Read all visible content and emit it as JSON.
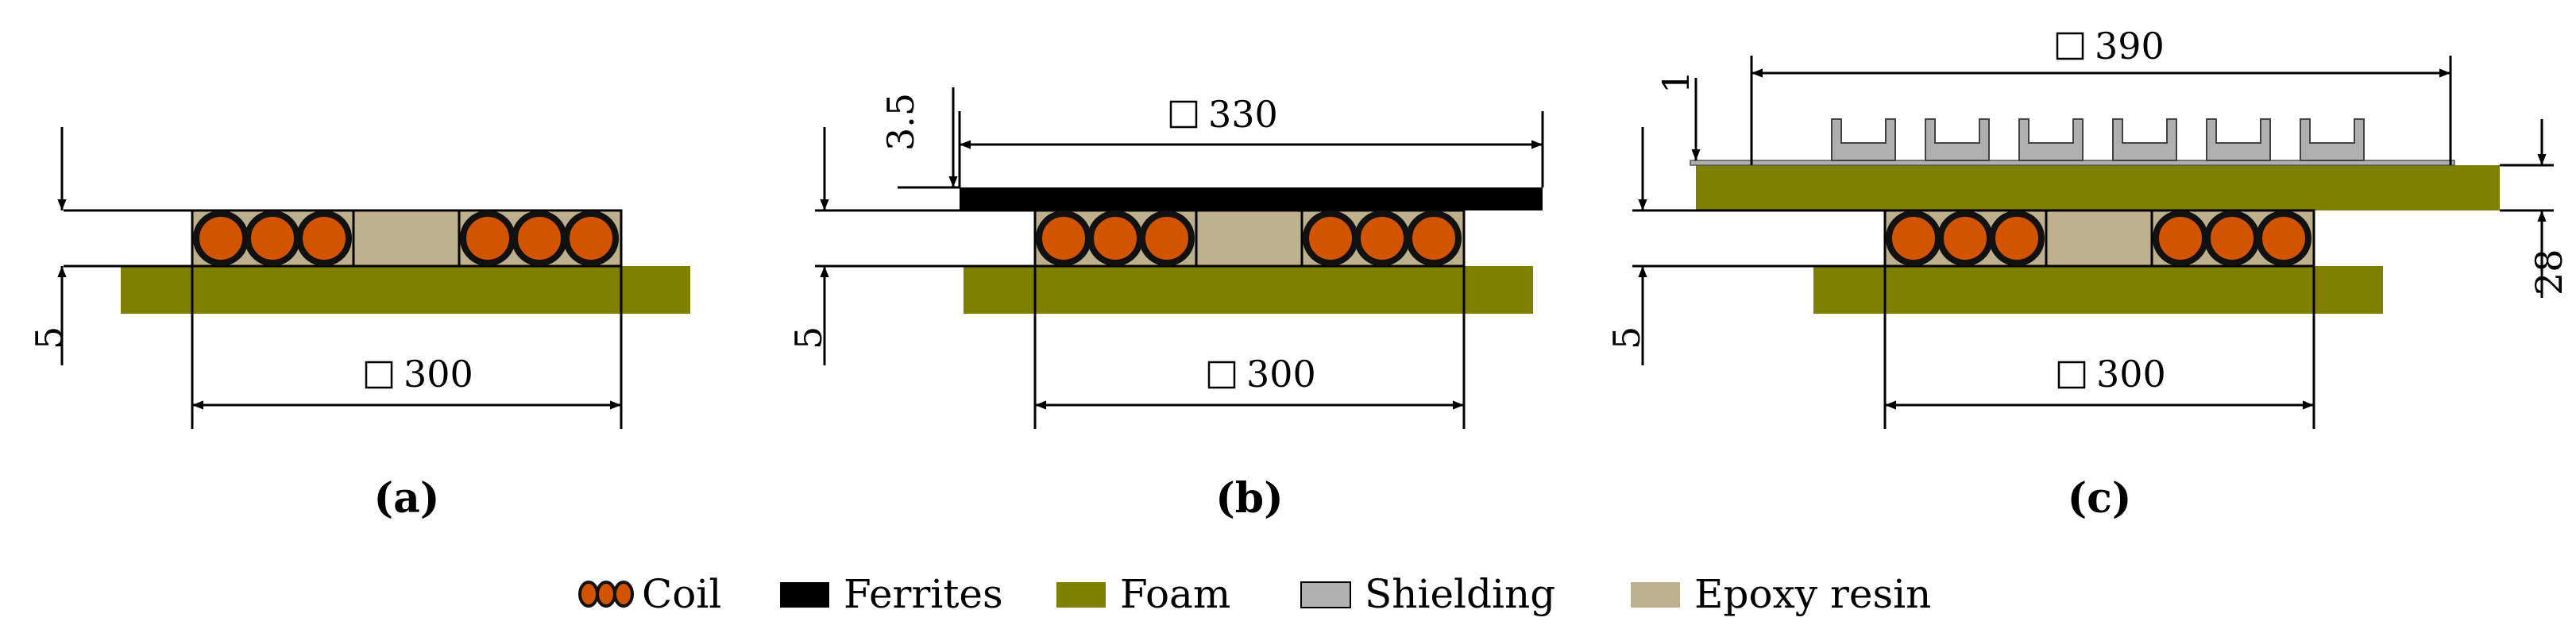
{
  "panels": [
    {
      "label": "(a)",
      "bottom_dim": "300",
      "thickness_dim": "5"
    },
    {
      "label": "(b)",
      "bottom_dim": "300",
      "thickness_dim": "5",
      "ferrite_dim": "3.5",
      "top_dim": "330"
    },
    {
      "label": "(c)",
      "bottom_dim": "300",
      "thickness_dim": "5",
      "shield_dim": "1",
      "top_dim": "390",
      "gap_dim": "28"
    }
  ],
  "legend": [
    {
      "label": "Coil",
      "color": "#d35400"
    },
    {
      "label": "Ferrites",
      "color": "#000000"
    },
    {
      "label": "Foam",
      "color": "#808000"
    },
    {
      "label": "Shielding",
      "color": "#b0b0b0"
    },
    {
      "label": "Epoxy resin",
      "color": "#bdb08c"
    }
  ]
}
